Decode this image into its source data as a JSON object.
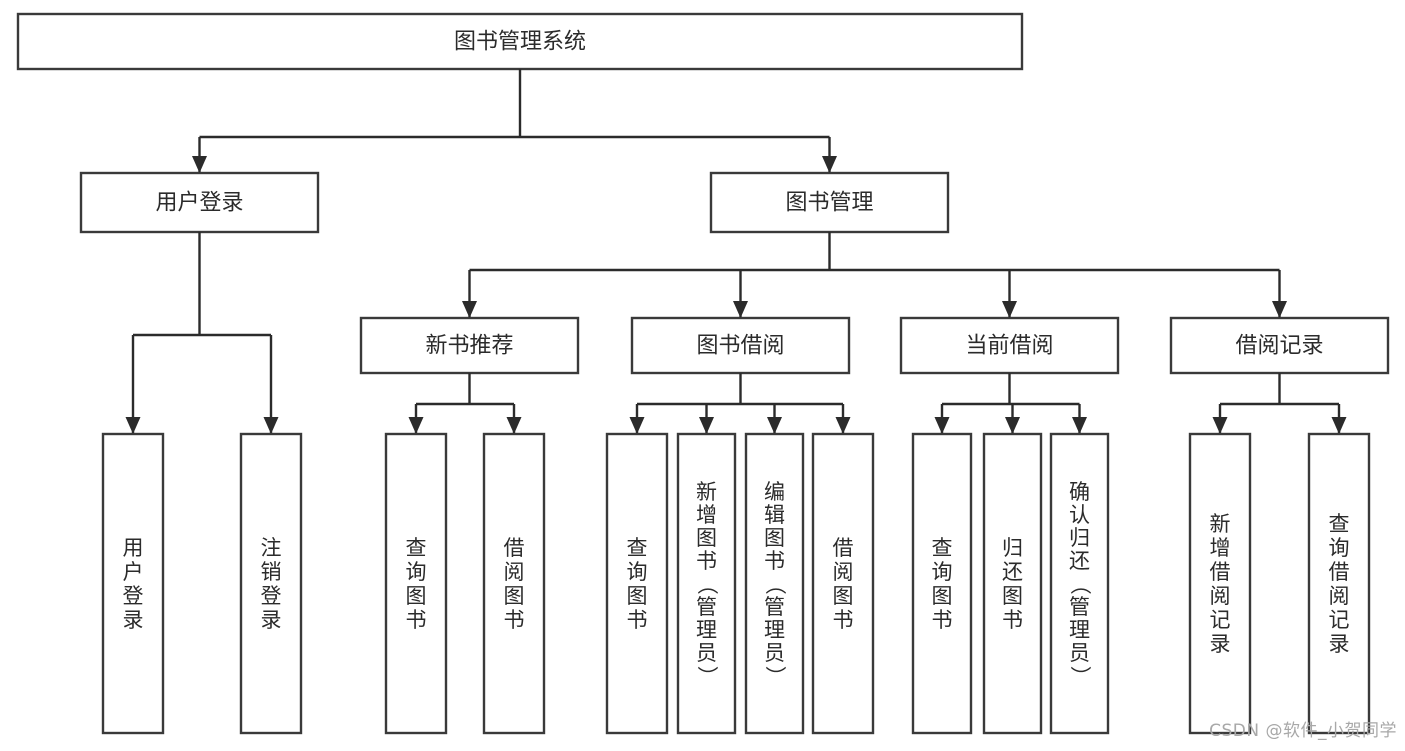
{
  "diagram": {
    "title": "图书管理系统",
    "type": "tree-hierarchy-flowchart",
    "orientation": "top-down",
    "colors": {
      "box_stroke": "#3a3a3a",
      "box_fill": "#ffffff",
      "connector": "#2b2b2b",
      "text": "#2b2b2b",
      "background": "#ffffff",
      "watermark": "#a8a8a8"
    },
    "root": {
      "label": "图书管理系统"
    },
    "level2": [
      {
        "label": "用户登录"
      },
      {
        "label": "图书管理"
      }
    ],
    "level3": [
      {
        "label": "新书推荐"
      },
      {
        "label": "图书借阅"
      },
      {
        "label": "当前借阅"
      },
      {
        "label": "借阅记录"
      }
    ],
    "leaves": {
      "user_login": [
        {
          "label": "用户登录"
        },
        {
          "label": "注销登录"
        }
      ],
      "new_book_recommend": [
        {
          "label": "查询图书"
        },
        {
          "label": "借阅图书"
        }
      ],
      "book_borrow": [
        {
          "label": "查询图书"
        },
        {
          "label": "新增图书（管理员）"
        },
        {
          "label": "编辑图书（管理员）"
        },
        {
          "label": "借阅图书"
        }
      ],
      "current_borrow": [
        {
          "label": "查询图书"
        },
        {
          "label": "归还图书"
        },
        {
          "label": "确认归还（管理员）"
        }
      ],
      "borrow_record": [
        {
          "label": "新增借阅记录"
        },
        {
          "label": "查询借阅记录"
        }
      ]
    }
  },
  "watermark": {
    "text": "CSDN @软件_小贺同学"
  }
}
